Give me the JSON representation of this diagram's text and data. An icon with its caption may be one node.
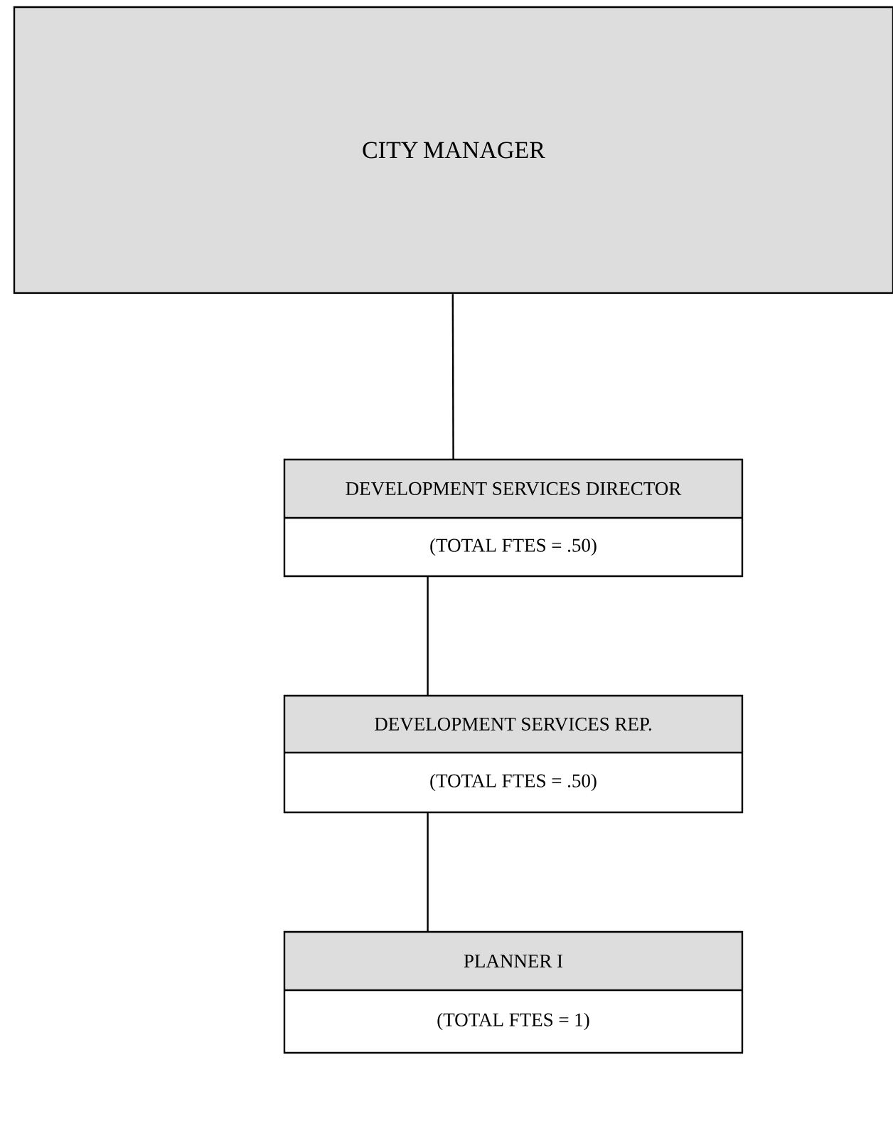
{
  "diagram": {
    "nodes": [
      {
        "text": [
          "CITY MANAGER"
        ]
      },
      {
        "text": [
          "DEVELOPMENT SERVICES DIRECTOR",
          "(TOTAL FTES = .50)"
        ]
      },
      {
        "text": [
          "DEVELOPMENT SERVICES REP.",
          "(TOTAL FTES = .50)"
        ]
      },
      {
        "text": [
          "PLANNER I",
          "(TOTAL FTES = 1)"
        ]
      }
    ],
    "edges": [
      {
        "from": 0,
        "to": 1,
        "arrow": "none"
      },
      {
        "from": 1,
        "to": 2,
        "arrow": "none"
      },
      {
        "from": 2,
        "to": 3,
        "arrow": "none"
      }
    ]
  }
}
